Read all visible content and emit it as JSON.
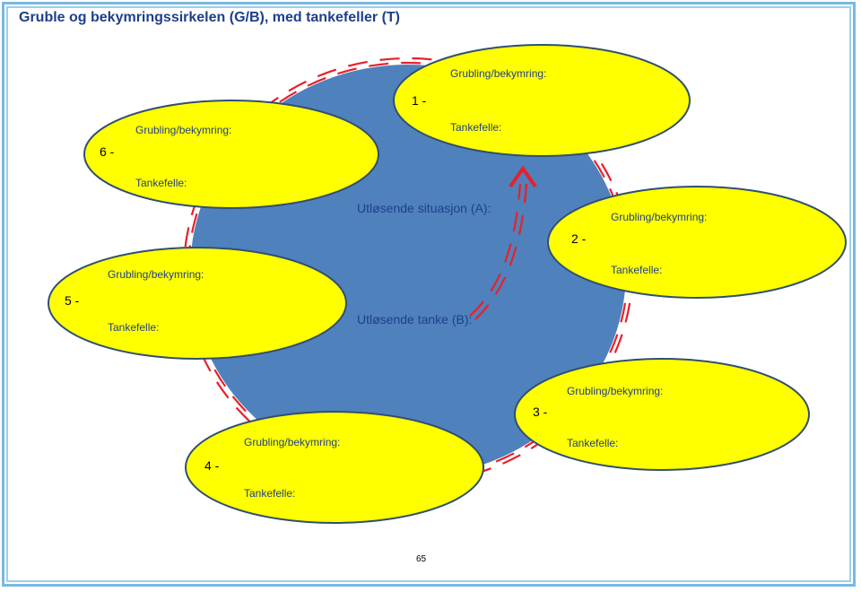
{
  "title": "Gruble og bekymringssirkelen (G/B), med tankefeller (T)",
  "center": {
    "trigger_situation": "Utløsende situasjon (A):",
    "trigger_thought": "Utløsende tanke (B):"
  },
  "ellipses": [
    {
      "number": "1 -",
      "worry_label": "Grubling/bekymring:",
      "trap_label": "Tankefelle:"
    },
    {
      "number": "2 -",
      "worry_label": "Grubling/bekymring:",
      "trap_label": "Tankefelle:"
    },
    {
      "number": "3 -",
      "worry_label": "Grubling/bekymring:",
      "trap_label": "Tankefelle:"
    },
    {
      "number": "4 -",
      "worry_label": "Grubling/bekymring:",
      "trap_label": "Tankefelle:"
    },
    {
      "number": "5 -",
      "worry_label": "Grubling/bekymring:",
      "trap_label": "Tankefelle:"
    },
    {
      "number": "6 -",
      "worry_label": "Grubling/bekymring:",
      "trap_label": "Tankefelle:"
    }
  ],
  "page_number": "65",
  "colors": {
    "circle_fill": "#4f81bd",
    "ellipse_fill": "#ffff00",
    "ellipse_stroke": "#2f4f6f",
    "dashed_ring": "#e8202a",
    "text": "#1f3f8a"
  }
}
